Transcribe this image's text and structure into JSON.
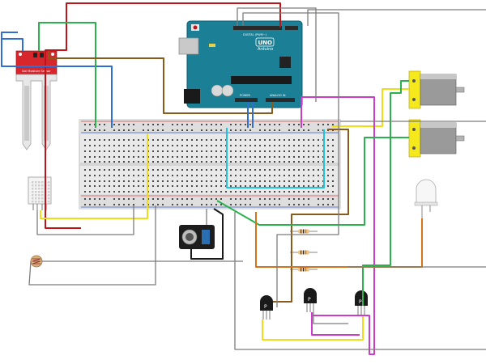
{
  "arduino": {
    "logo_text": "UNO",
    "brand_text": "Arduino",
    "header_label": "DIGITAL (PWM~)",
    "power_label": "POWER",
    "analog_label": "ANALOG IN"
  },
  "soil_sensor": {
    "label": "Soil Moisture Sensor"
  },
  "components": {
    "transistor_marks": [
      "P",
      "P",
      "P"
    ]
  },
  "colors": {
    "red": "#c0141b",
    "green": "#2bb24c",
    "blue": "#2f6fd3",
    "brown": "#8a5a1a",
    "yellow": "#f2dc1a",
    "magenta": "#cc3cc8",
    "cyan": "#22c3d8",
    "orange": "#d3731a",
    "gray": "#7c7c7c",
    "black": "#1a1a1a",
    "arduino_teal": "#1b7f95",
    "motor_yellow": "#f5e81b",
    "breadboard": "#e9e9e9"
  }
}
